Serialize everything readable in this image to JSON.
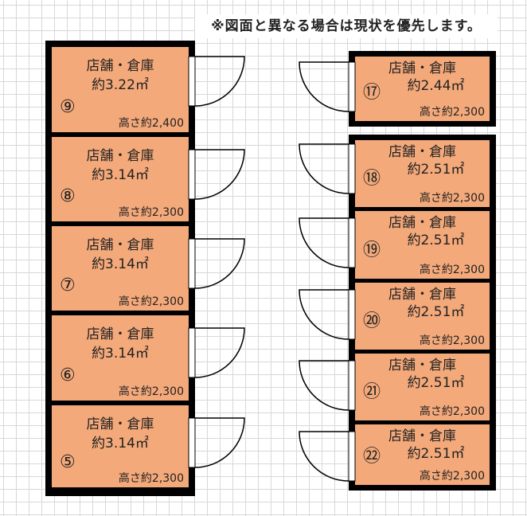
{
  "note": "※図面と異なる場合は現状を優先します。",
  "fill_color": "#F4A97A",
  "left_units": [
    {
      "num": "⑨",
      "name": "店舗・倉庫",
      "area": "約3.22㎡",
      "height": "高さ約2,400"
    },
    {
      "num": "⑧",
      "name": "店舗・倉庫",
      "area": "約3.14㎡",
      "height": "高さ約2,300"
    },
    {
      "num": "⑦",
      "name": "店舗・倉庫",
      "area": "約3.14㎡",
      "height": "高さ約2,300"
    },
    {
      "num": "⑥",
      "name": "店舗・倉庫",
      "area": "約3.14㎡",
      "height": "高さ約2,300"
    },
    {
      "num": "⑤",
      "name": "店舗・倉庫",
      "area": "約3.14㎡",
      "height": "高さ約2,300"
    }
  ],
  "right_units": [
    {
      "num": "⑰",
      "name": "店舗・倉庫",
      "area": "約2.44㎡",
      "height": "高さ約2,300"
    },
    {
      "num": "⑱",
      "name": "店舗・倉庫",
      "area": "約2.51㎡",
      "height": "高さ約2,300"
    },
    {
      "num": "⑲",
      "name": "店舗・倉庫",
      "area": "約2.51㎡",
      "height": "高さ約2,300"
    },
    {
      "num": "⑳",
      "name": "店舗・倉庫",
      "area": "約2.51㎡",
      "height": "高さ約2,300"
    },
    {
      "num": "㉑",
      "name": "店舗・倉庫",
      "area": "約2.51㎡",
      "height": "高さ約2,300"
    },
    {
      "num": "㉒",
      "name": "店舗・倉庫",
      "area": "約2.51㎡",
      "height": "高さ約2,300"
    }
  ]
}
